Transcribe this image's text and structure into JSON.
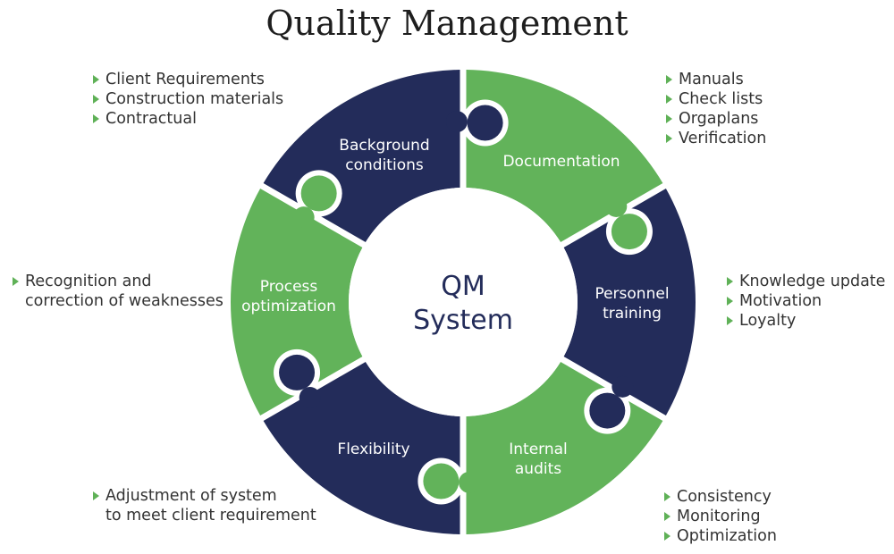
{
  "title": "Quality Management",
  "center": {
    "line1": "QM",
    "line2": "System"
  },
  "colors": {
    "green": "#62b35a",
    "navy": "#232c5a",
    "bullet": "#5fb157",
    "text": "#333333"
  },
  "segments": [
    {
      "id": "background",
      "line1": "Background",
      "line2": "conditions",
      "color": "navy"
    },
    {
      "id": "documentation",
      "line1": "Documentation",
      "line2": "",
      "color": "green"
    },
    {
      "id": "personnel",
      "line1": "Personnel",
      "line2": "training",
      "color": "navy"
    },
    {
      "id": "audits",
      "line1": "Internal",
      "line2": "audits",
      "color": "green"
    },
    {
      "id": "flexibility",
      "line1": "Flexibility",
      "line2": "",
      "color": "navy"
    },
    {
      "id": "process",
      "line1": "Process",
      "line2": "optimization",
      "color": "green"
    }
  ],
  "bullets": {
    "background": [
      "Client Requirements",
      "Construction materials",
      "Contractual"
    ],
    "documentation": [
      "Manuals",
      "Check lists",
      "Orgaplans",
      "Verification"
    ],
    "personnel": [
      "Knowledge update",
      "Motivation",
      "Loyalty"
    ],
    "audits": [
      "Consistency",
      "Monitoring",
      "Optimization"
    ],
    "flexibility": {
      "line1": "Adjustment of system",
      "line2": "to meet client requirement"
    },
    "process": {
      "line1": "Recognition and",
      "line2": "correction of weaknesses"
    }
  }
}
